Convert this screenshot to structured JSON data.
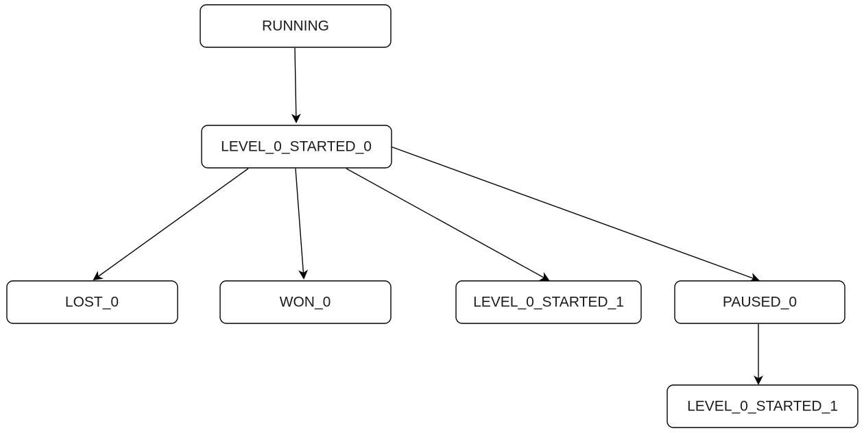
{
  "diagram": {
    "nodes": [
      {
        "id": "running",
        "label": "RUNNING"
      },
      {
        "id": "level_0_started_0",
        "label": "LEVEL_0_STARTED_0"
      },
      {
        "id": "lost_0",
        "label": "LOST_0"
      },
      {
        "id": "won_0",
        "label": "WON_0"
      },
      {
        "id": "level_0_started_1_a",
        "label": "LEVEL_0_STARTED_1"
      },
      {
        "id": "paused_0",
        "label": "PAUSED_0"
      },
      {
        "id": "level_0_started_1_b",
        "label": "LEVEL_0_STARTED_1"
      }
    ],
    "edges": [
      {
        "from": "running",
        "to": "level_0_started_0"
      },
      {
        "from": "level_0_started_0",
        "to": "lost_0"
      },
      {
        "from": "level_0_started_0",
        "to": "won_0"
      },
      {
        "from": "level_0_started_0",
        "to": "level_0_started_1_a"
      },
      {
        "from": "level_0_started_0",
        "to": "paused_0"
      },
      {
        "from": "paused_0",
        "to": "level_0_started_1_b"
      }
    ]
  }
}
